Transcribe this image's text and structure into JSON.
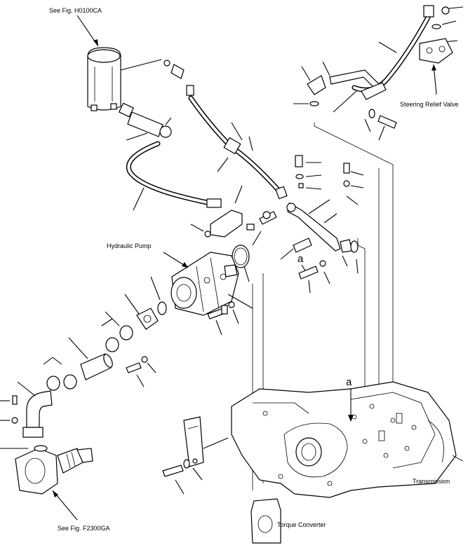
{
  "labels": {
    "see_h0100ca": "See Fig. H0100CA",
    "steering_relief_valve": "Steering Relief Valve",
    "hydraulic_pump": "Hydraulic Pump",
    "see_f2300ga": "See Fig. F2300GA",
    "transmission": "Transmission",
    "torque_converter": "Torque Converter",
    "ref_a_1": "a",
    "ref_a_2": "a"
  }
}
